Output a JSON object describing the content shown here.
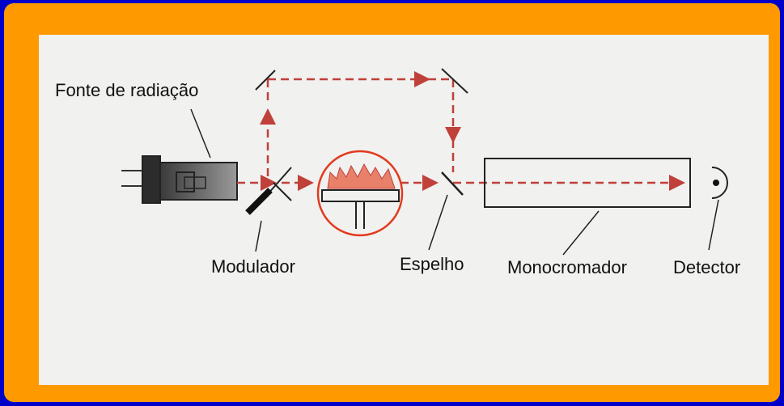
{
  "colors": {
    "background": "#0000c8",
    "frame": "#ff9900",
    "panel": "#f1f1ef",
    "beam": "#c0403a",
    "highlight_circle": "#e23a1e",
    "flame": "#e8806a"
  },
  "labels": {
    "source": "Fonte de radiação",
    "modulator": "Modulador",
    "mirror": "Espelho",
    "monochromator": "Monocromador",
    "detector": "Detector"
  }
}
